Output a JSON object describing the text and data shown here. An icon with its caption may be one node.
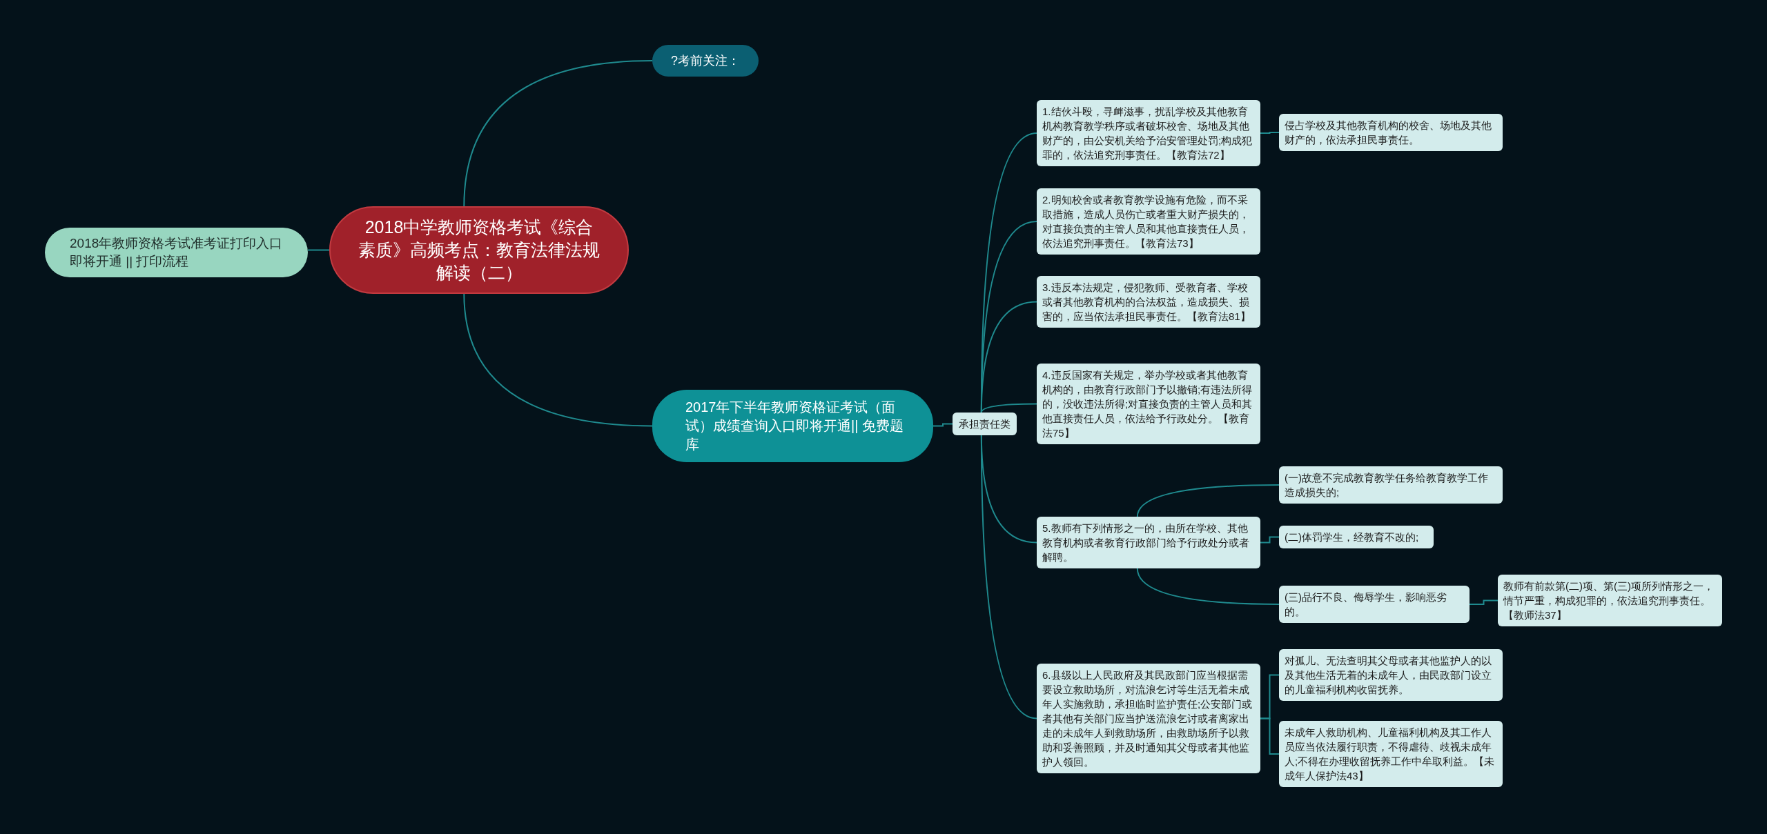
{
  "diagram": {
    "nodes": [
      {
        "text": [
          "2018中学教师资格考试《综合素质》高频考点：教育法律法规解读（二）"
        ]
      },
      {
        "text": [
          "2018年教师资格考试准考证打印入口即将开通 || 打印流程"
        ]
      },
      {
        "text": [
          "?考前关注："
        ]
      },
      {
        "text": [
          "2017年下半年教师资格证考试（面试）成绩查询入口即将开通|| 免费题库"
        ]
      },
      {
        "text": [
          "承担责任类"
        ]
      },
      {
        "text": [
          "1.结伙斗殴，寻衅滋事，扰乱学校及其他教育机构教育教学秩序或者破坏校舍、场地及其他财产的，由公安机关给予治安管理处罚;构成犯罪的，依法追究刑事责任。【教育法72】"
        ]
      },
      {
        "text": [
          "侵占学校及其他教育机构的校舍、场地及其他财产的，依法承担民事责任。"
        ]
      },
      {
        "text": [
          "2.明知校舍或者教育教学设施有危险，而不采取措施，造成人员伤亡或者重大财产损失的，对直接负责的主管人员和其他直接责任人员，依法追究刑事责任。【教育法73】"
        ]
      },
      {
        "text": [
          "3.违反本法规定，侵犯教师、受教育者、学校或者其他教育机构的合法权益，造成损失、损害的，应当依法承担民事责任。【教育法81】"
        ]
      },
      {
        "text": [
          "4.违反国家有关规定，举办学校或者其他教育机构的，由教育行政部门予以撤销;有违法所得的，没收违法所得;对直接负责的主管人员和其他直接责任人员，依法给予行政处分。【教育法75】"
        ]
      },
      {
        "text": [
          "5.教师有下列情形之一的，由所在学校、其他教育机构或者教育行政部门给予行政处分或者解聘。"
        ]
      },
      {
        "text": [
          "(一)故意不完成教育教学任务给教育教学工作造成损失的;"
        ]
      },
      {
        "text": [
          "(二)体罚学生，经教育不改的;"
        ]
      },
      {
        "text": [
          "(三)品行不良、侮辱学生，影响恶劣的。"
        ]
      },
      {
        "text": [
          "教师有前款第(二)项、第(三)项所列情形之一，情节严重，构成犯罪的，依法追究刑事责任。【教师法37】"
        ]
      },
      {
        "text": [
          "6.县级以上人民政府及其民政部门应当根据需要设立救助场所，对流浪乞讨等生活无着未成年人实施救助，承担临时监护责任;公安部门或者其他有关部门应当护送流浪乞讨或者离家出走的未成年人到救助场所，由救助场所予以救助和妥善照顾，并及时通知其父母或者其他监护人领回。"
        ]
      },
      {
        "text": [
          "对孤儿、无法查明其父母或者其他监护人的以及其他生活无着的未成年人，由民政部门设立的儿童福利机构收留抚养。"
        ]
      },
      {
        "text": [
          "未成年人救助机构、儿童福利机构及其工作人员应当依法履行职责，不得虐待、歧视未成年人;不得在办理收留抚养工作中牟取利益。【未成年人保护法43】"
        ]
      }
    ],
    "edges": [
      {
        "from": 0,
        "to": 1,
        "arrow": "none"
      },
      {
        "from": 0,
        "to": 2,
        "arrow": "none"
      },
      {
        "from": 0,
        "to": 3,
        "arrow": "none"
      },
      {
        "from": 3,
        "to": 4,
        "arrow": "none"
      },
      {
        "from": 4,
        "to": 5,
        "arrow": "none"
      },
      {
        "from": 5,
        "to": 6,
        "arrow": "none"
      },
      {
        "from": 4,
        "to": 7,
        "arrow": "none"
      },
      {
        "from": 4,
        "to": 8,
        "arrow": "none"
      },
      {
        "from": 4,
        "to": 9,
        "arrow": "none"
      },
      {
        "from": 4,
        "to": 10,
        "arrow": "none"
      },
      {
        "from": 10,
        "to": 11,
        "arrow": "none"
      },
      {
        "from": 10,
        "to": 12,
        "arrow": "none"
      },
      {
        "from": 10,
        "to": 13,
        "arrow": "none"
      },
      {
        "from": 13,
        "to": 14,
        "arrow": "none"
      },
      {
        "from": 4,
        "to": 15,
        "arrow": "none"
      },
      {
        "from": 15,
        "to": 16,
        "arrow": "none"
      },
      {
        "from": 15,
        "to": 17,
        "arrow": "none"
      }
    ]
  }
}
